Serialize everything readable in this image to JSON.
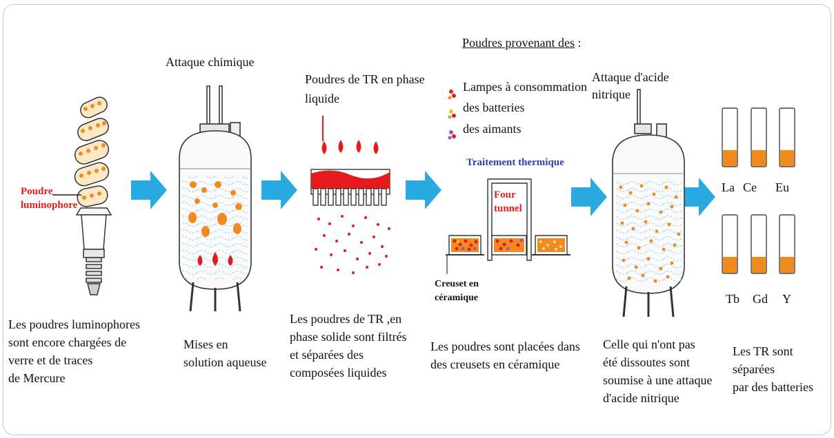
{
  "stages": {
    "lamp": {
      "label": "Poudre\nluminophore",
      "caption": "Les  poudres luminophores\n sont encore chargées de\nverre et de traces\nde Mercure"
    },
    "chemical": {
      "title": "Attaque  chimique",
      "caption": "Mises  en\nsolution aqueuse"
    },
    "filter": {
      "title": "Poudres  de TR en phase\nliquide",
      "caption": "Les poudres  de TR ,en\nphase solide  sont filtrés\net séparées des\ncomposées   liquides"
    },
    "thermal": {
      "sources_title": "Poudres  provenant  des",
      "sources_colon": " :",
      "sources": [
        "Lampes à consommation",
        "des  batteries",
        "des  aimants"
      ],
      "title": "Traitement  thermique",
      "oven": "Four\ntunnel",
      "crucible": "Creuset  en\ncéramique",
      "caption": "Les poudres sont  placées dans\ndes creusets  en céramique"
    },
    "nitric": {
      "title": "Attaque  d'acide\nnitrique",
      "caption": "Celle qui n'ont pas\n été dissoutes sont\n soumise à une attaque\nd'acide nitrique"
    },
    "separation": {
      "row1": [
        "La",
        "Ce",
        "Eu"
      ],
      "row2": [
        "Tb",
        "Gd",
        "Y"
      ],
      "caption": "Les  TR sont\nséparées\n par  des batteries"
    }
  },
  "colors": {
    "arrow": "#29abe2",
    "powder": "#f28b1e",
    "drop": "#e41a1c",
    "oven_text": "#e41a1c",
    "title_blue": "#2c3fb0"
  }
}
